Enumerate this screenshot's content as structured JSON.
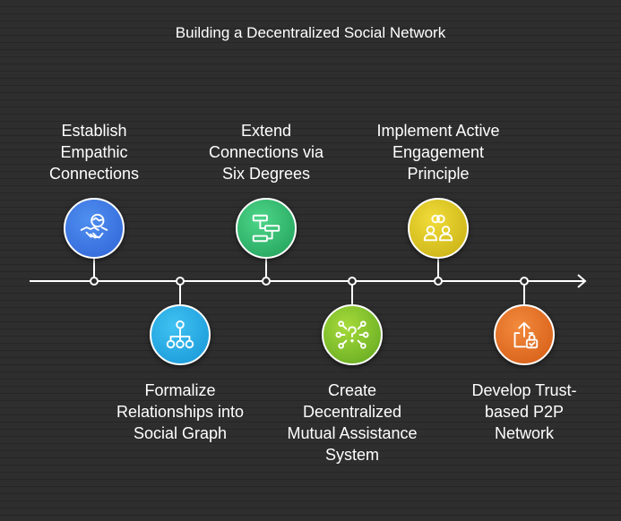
{
  "title": "Building a Decentralized Social Network",
  "steps": [
    {
      "label": "Establish Empathic Connections",
      "icon": "handshake-icon",
      "color": "#3b74e0"
    },
    {
      "label": "Formalize Relationships into Social Graph",
      "icon": "hierarchy-icon",
      "color": "#29aee6"
    },
    {
      "label": "Extend Connections via Six Degrees",
      "icon": "flowchart-icon",
      "color": "#2fb46a"
    },
    {
      "label": "Create Decentralized Mutual Assistance System",
      "icon": "network-question-icon",
      "color": "#7cbf2a"
    },
    {
      "label": "Implement Active Engagement Principle",
      "icon": "users-link-icon",
      "color": "#dcc21c"
    },
    {
      "label": "Develop Trust-based P2P Network",
      "icon": "share-lock-icon",
      "color": "#e66d22"
    }
  ]
}
